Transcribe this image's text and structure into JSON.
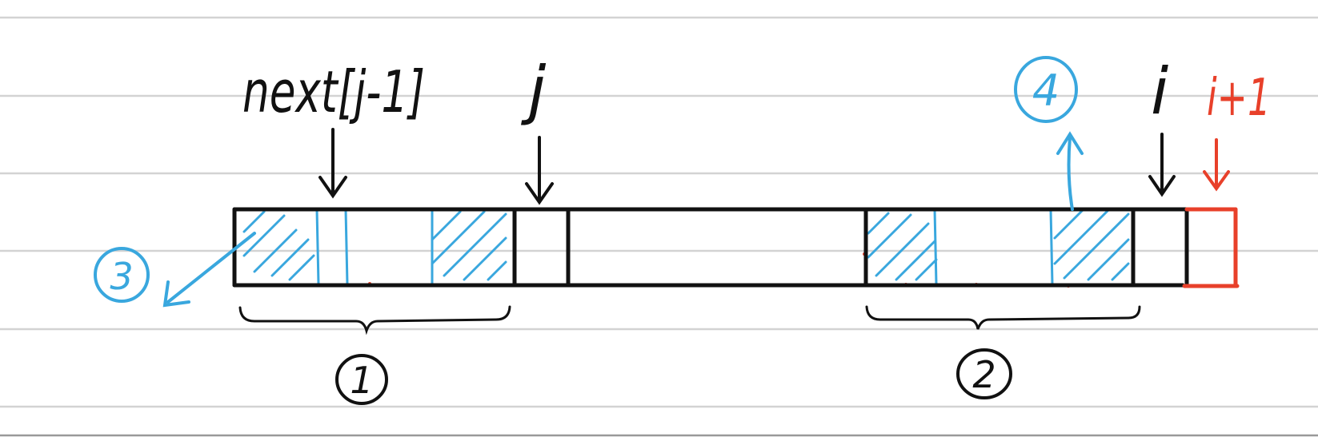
{
  "labels": {
    "next_j_minus_1": "next[j-1]",
    "j": "j",
    "i": "i",
    "i_plus_1": "i+1",
    "circle_1": "1",
    "circle_2": "2",
    "circle_3": "3",
    "circle_4": "4"
  },
  "colors": {
    "ink": "#111111",
    "blue": "#39a7de",
    "red": "#e8402a",
    "ruled_line": "#d3d3d3",
    "paper": "#ffffff"
  }
}
